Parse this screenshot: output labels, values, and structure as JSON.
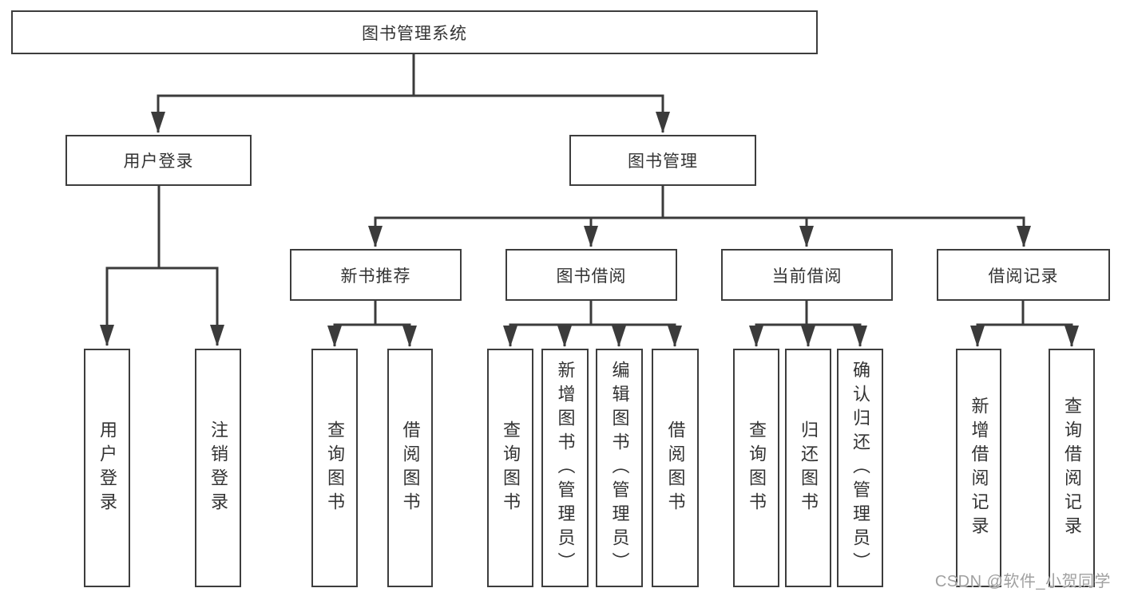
{
  "colors": {
    "line": "#3b3b3b",
    "box_border": "#3d3d3d",
    "box_fill": "#ffffff",
    "text": "#333333",
    "watermark": "#969696"
  },
  "tree": {
    "root": {
      "label": "图书管理系统",
      "children": [
        {
          "label": "用户登录",
          "children": [
            {
              "label": "用户登录"
            },
            {
              "label": "注销登录"
            }
          ]
        },
        {
          "label": "图书管理",
          "children": [
            {
              "label": "新书推荐",
              "children": [
                {
                  "label": "查询图书"
                },
                {
                  "label": "借阅图书"
                }
              ]
            },
            {
              "label": "图书借阅",
              "children": [
                {
                  "label": "查询图书"
                },
                {
                  "label": "新增图书（管理员）"
                },
                {
                  "label": "编辑图书（管理员）"
                },
                {
                  "label": "借阅图书"
                }
              ]
            },
            {
              "label": "当前借阅",
              "children": [
                {
                  "label": "查询图书"
                },
                {
                  "label": "归还图书"
                },
                {
                  "label": "确认归还（管理员）"
                }
              ]
            },
            {
              "label": "借阅记录",
              "children": [
                {
                  "label": "新增借阅记录"
                },
                {
                  "label": "查询借阅记录"
                }
              ]
            }
          ]
        }
      ]
    }
  },
  "watermark": {
    "text": "CSDN @软件_小贺同学"
  }
}
